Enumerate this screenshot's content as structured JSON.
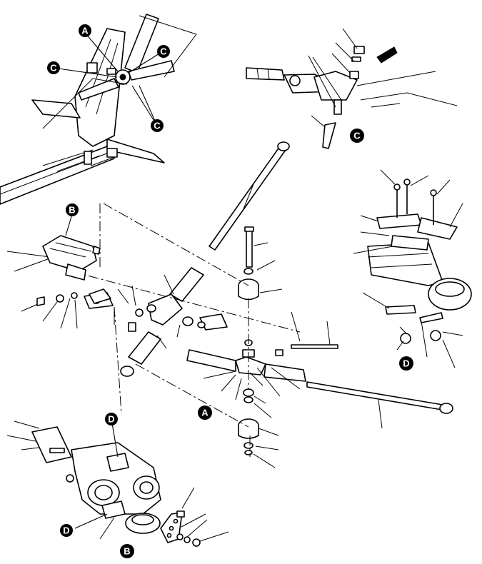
{
  "diagram": {
    "type": "exploded-parts-illustration",
    "callouts": {
      "a": "A",
      "b": "B",
      "c": "C",
      "d": "D"
    },
    "colors": {
      "ink": "#000000",
      "paper": "#ffffff"
    }
  }
}
